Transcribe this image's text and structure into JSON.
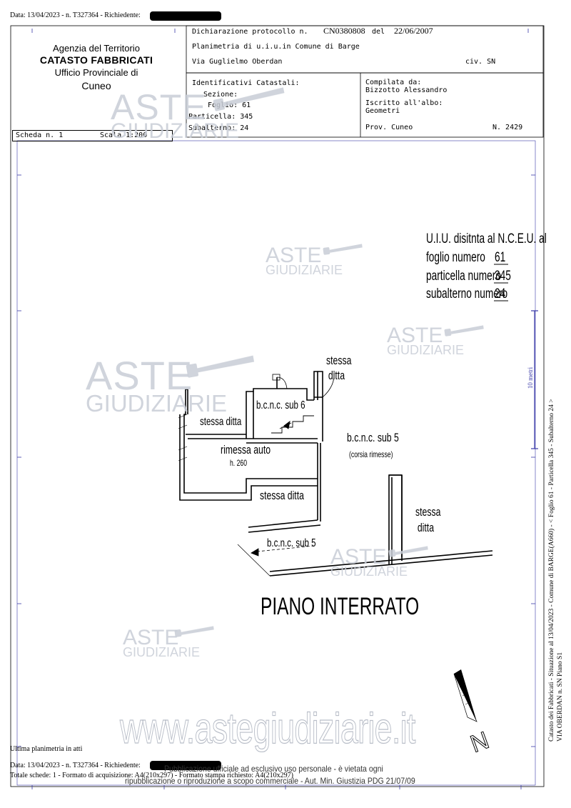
{
  "top_line": "Data: 13/04/2023 - n. T327364 - Richiedente:",
  "agency": {
    "line1": "Agenzia del Territorio",
    "line2": "CATASTO FABBRICATI",
    "line3": "Ufficio Provinciale di",
    "line4": "Cuneo"
  },
  "declaration": {
    "label": "Dichiarazione protocollo n.",
    "number": "CN0380808",
    "del_label": "del",
    "date": "22/06/2007",
    "planimetria": "Planimetria di u.i.u.in Comune di Barge",
    "address": "Via Guglielmo Oberdan",
    "civ": "civ. SN"
  },
  "identificativi": {
    "title": "Identificativi Catastali:",
    "sezione": "Sezione:",
    "foglio": "Foglio: 61",
    "particella": "Particella: 345",
    "subalterno": "Subalterno: 24"
  },
  "compilata": {
    "label": "Compilata da:",
    "name": "Bizzotto Alessandro",
    "albo_label": "Iscritto all'albo:",
    "albo": "Geometri",
    "prov": "Prov. Cuneo",
    "n": "N. 2429"
  },
  "scheda": {
    "label": "Scheda n. 1",
    "scala": "Scala 1:200"
  },
  "uiu": {
    "title": "U.I.U. disitnta al N.C.E.U. al",
    "foglio_label": "foglio numero",
    "foglio_val": "61",
    "particella_label": "particella numero",
    "particella_val": "345",
    "subalterno_label": "subalterno numero",
    "subalterno_val": "24"
  },
  "plan": {
    "stessa_ditta_top": [
      "stessa",
      "ditta"
    ],
    "bcnc6": "b.c.n.c. sub 6",
    "stessa_ditta_left": "stessa ditta",
    "bcnc5": "b.c.n.c. sub 5",
    "corsia": "(corsia rimesse)",
    "rimessa": "rimessa auto",
    "h": "h. 260",
    "stessa_ditta_mid": "stessa ditta",
    "stessa_ditta_right": [
      "stessa",
      "ditta"
    ],
    "bcnc5_low": "b.c.n.c. sub 5",
    "piano": "PIANO INTERRATO"
  },
  "scale_bar": "10 metri",
  "side_text_1": "Catasto dei Fabbricati - Situazione al 13/04/2023 - Comune di BARGE(A660) - < Foglio 61 - Particella 345 - Subalterno 24 >",
  "side_text_2": "VIA OBERDAN n. SN Piano S1",
  "watermark": {
    "aste": "ASTE",
    "giudiziarie": "GIUDIZIARIE",
    "url": "www.astegiudiziarie.it"
  },
  "footer": {
    "ultima": "Ultima planimetria in atti",
    "data_line": "Data: 13/04/2023 - n. T327364 - Richiedente:",
    "totale": "Totale schede: 1 - Formato di acquisizione: A4(210x297) - Formato stampa richiesto: A4(210x297)",
    "pub1": "Pubblicazione ufficiale ad esclusivo uso personale - è vietata ogni",
    "pub2": "ripubblicazione o riproduzione a scopo commerciale - Aut. Min. Giustizia PDG 21/07/09"
  },
  "north_label": "N",
  "colors": {
    "watermark": "#c8cdd6",
    "line": "#000000",
    "scale_bar": "#3a3aa8"
  }
}
